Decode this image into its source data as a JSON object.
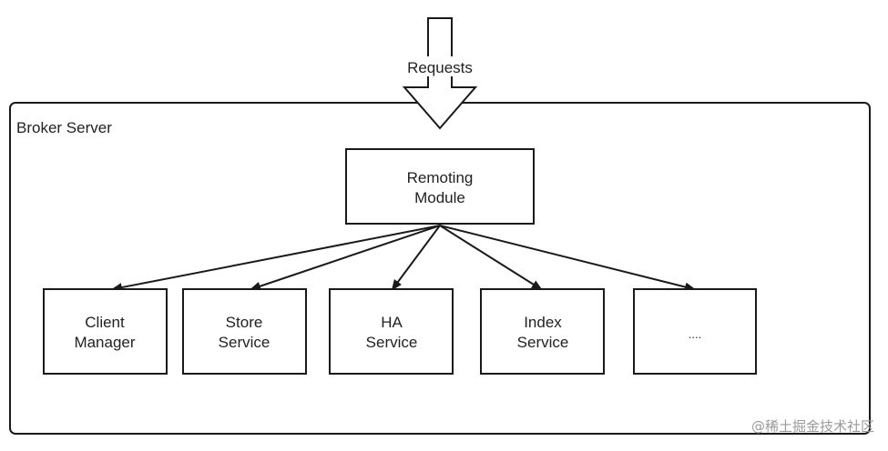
{
  "incoming_label": "Requests",
  "container_label": "Broker Server",
  "remoting": {
    "line1": "Remoting",
    "line2": "Module"
  },
  "modules": [
    {
      "line1": "Client",
      "line2": "Manager"
    },
    {
      "line1": "Store",
      "line2": "Service"
    },
    {
      "line1": "HA",
      "line2": "Service"
    },
    {
      "line1": "Index",
      "line2": "Service"
    },
    {
      "line1": "....",
      "line2": ""
    }
  ],
  "watermark": "@稀土掘金技术社区",
  "colors": {
    "stroke": "#1a1a1a",
    "background": "#ffffff",
    "watermark": "#9a9a9a"
  }
}
